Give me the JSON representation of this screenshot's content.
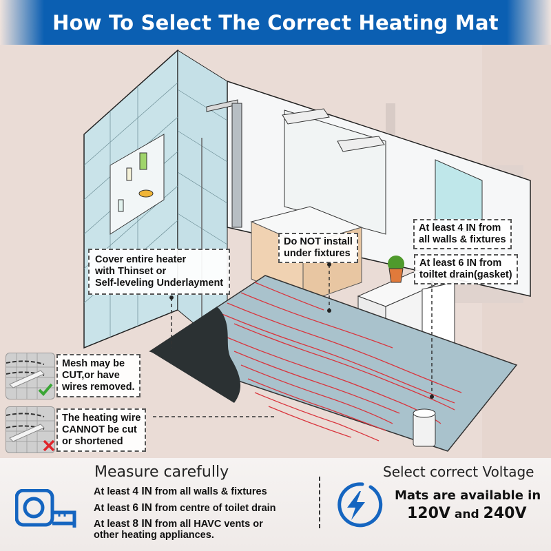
{
  "header": {
    "title": "How To Select The Correct Heating Mat",
    "bg_color": "#0b5fb2"
  },
  "illustration": {
    "subject": "isometric bathroom floor with electric heating mat",
    "colors": {
      "wall_tile": "#c9e3e9",
      "floor_mat": "#a9c2cc",
      "heating_wire": "#d9363e",
      "thinset": "#2b3133",
      "cabinet": "#f0d2b2"
    }
  },
  "callouts": {
    "cover_heater": [
      "Cover entire heater",
      "with Thinset or",
      "Self-leveling Underlayment"
    ],
    "do_not_install": [
      "Do NOT install",
      "under fixtures"
    ],
    "walls_clearance": [
      "At least 4 IN from",
      "all walls & fixtures"
    ],
    "toilet_clearance": [
      "At least 6 IN from",
      "toiltet drain(gasket)"
    ],
    "mesh_cut": [
      "Mesh may be",
      "CUT,or have",
      "wires removed."
    ],
    "wire_no_cut": [
      "The heating wire",
      "CANNOT be cut",
      "or shortened"
    ]
  },
  "icons": {
    "check": "check-icon",
    "cross": "cross-icon",
    "tape_measure": "tape-measure-icon",
    "lightning": "lightning-icon",
    "accent_color": "#1565c0",
    "check_color": "#3aa635",
    "cross_color": "#e0242a"
  },
  "measure": {
    "title": "Measure carefully",
    "lines": [
      {
        "prefix": "At least ",
        "value": "4 IN",
        "suffix": " from all walls & fixtures"
      },
      {
        "prefix": "At least ",
        "value": "6 IN",
        "suffix": " from centre of toilet drain"
      },
      {
        "prefix": "At least ",
        "value": "8 IN",
        "suffix": " from all HAVC vents or"
      }
    ],
    "line4": "other heating appliances."
  },
  "voltage": {
    "title": "Select correct Voltage",
    "line1": "Mats are available in",
    "v1": "120V",
    "and": " and ",
    "v2": "240V"
  }
}
